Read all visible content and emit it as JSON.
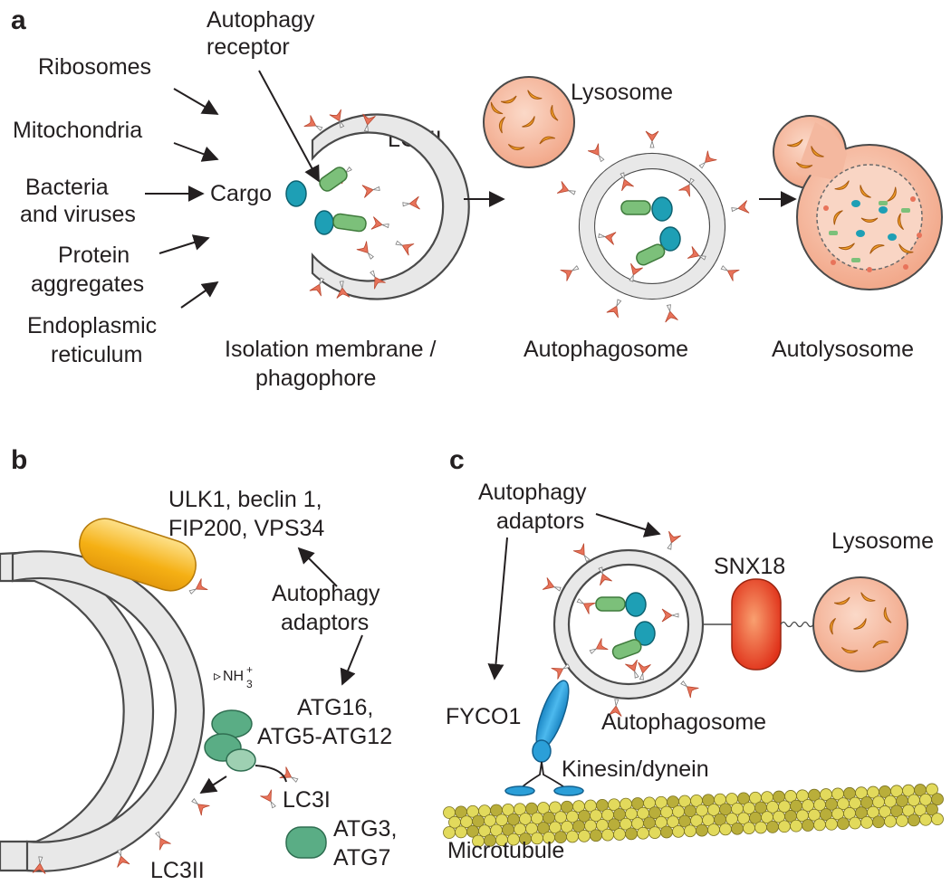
{
  "panels": {
    "a": "a",
    "b": "b",
    "c": "c"
  },
  "panel_a": {
    "sources": [
      "Ribosomes",
      "Mitochondria",
      "Bacteria",
      "and viruses",
      "Protein",
      "aggregates",
      "Endoplasmic",
      "reticulum"
    ],
    "cargo": "Cargo",
    "receptor_line1": "Autophagy",
    "receptor_line2": "receptor",
    "lc3ii": "LC3II",
    "lysosome": "Lysosome",
    "isolation_line1": "Isolation membrane /",
    "isolation_line2": "phagophore",
    "autophagosome": "Autophagosome",
    "autolysosome": "Autolysosome"
  },
  "panel_b": {
    "ulk_line1": "ULK1, beclin 1,",
    "ulk_line2": "FIP200, VPS34",
    "adaptors_line1": "Autophagy",
    "adaptors_line2": "adaptors",
    "nh3": "NH",
    "nh3_sub": "3",
    "nh3_sup": "+",
    "atg16_line1": "ATG16,",
    "atg16_line2": "ATG5-ATG12",
    "lc3i": "LC3I",
    "atg3_line1": "ATG3,",
    "atg3_line2": "ATG7",
    "lc3ii": "LC3II"
  },
  "panel_c": {
    "adaptors_line1": "Autophagy",
    "adaptors_line2": "adaptors",
    "snx18": "SNX18",
    "lysosome": "Lysosome",
    "fyco1": "FYCO1",
    "autophagosome": "Autophagosome",
    "kinesin": "Kinesin/dynein",
    "microtubule": "Microtubule"
  },
  "colors": {
    "membrane": "#e8e8e8",
    "lc3_marker": "#e8735a",
    "lysosome": "#f6c4ac",
    "cargo_blue": "#1e9fb5",
    "receptor_green": "#7cc07a",
    "ulk_complex": "#f5b014",
    "atg_green": "#5aad85",
    "snx18": "#e84a2a",
    "fyco1": "#2b9fd8",
    "microtubule": "#d8cf52"
  }
}
